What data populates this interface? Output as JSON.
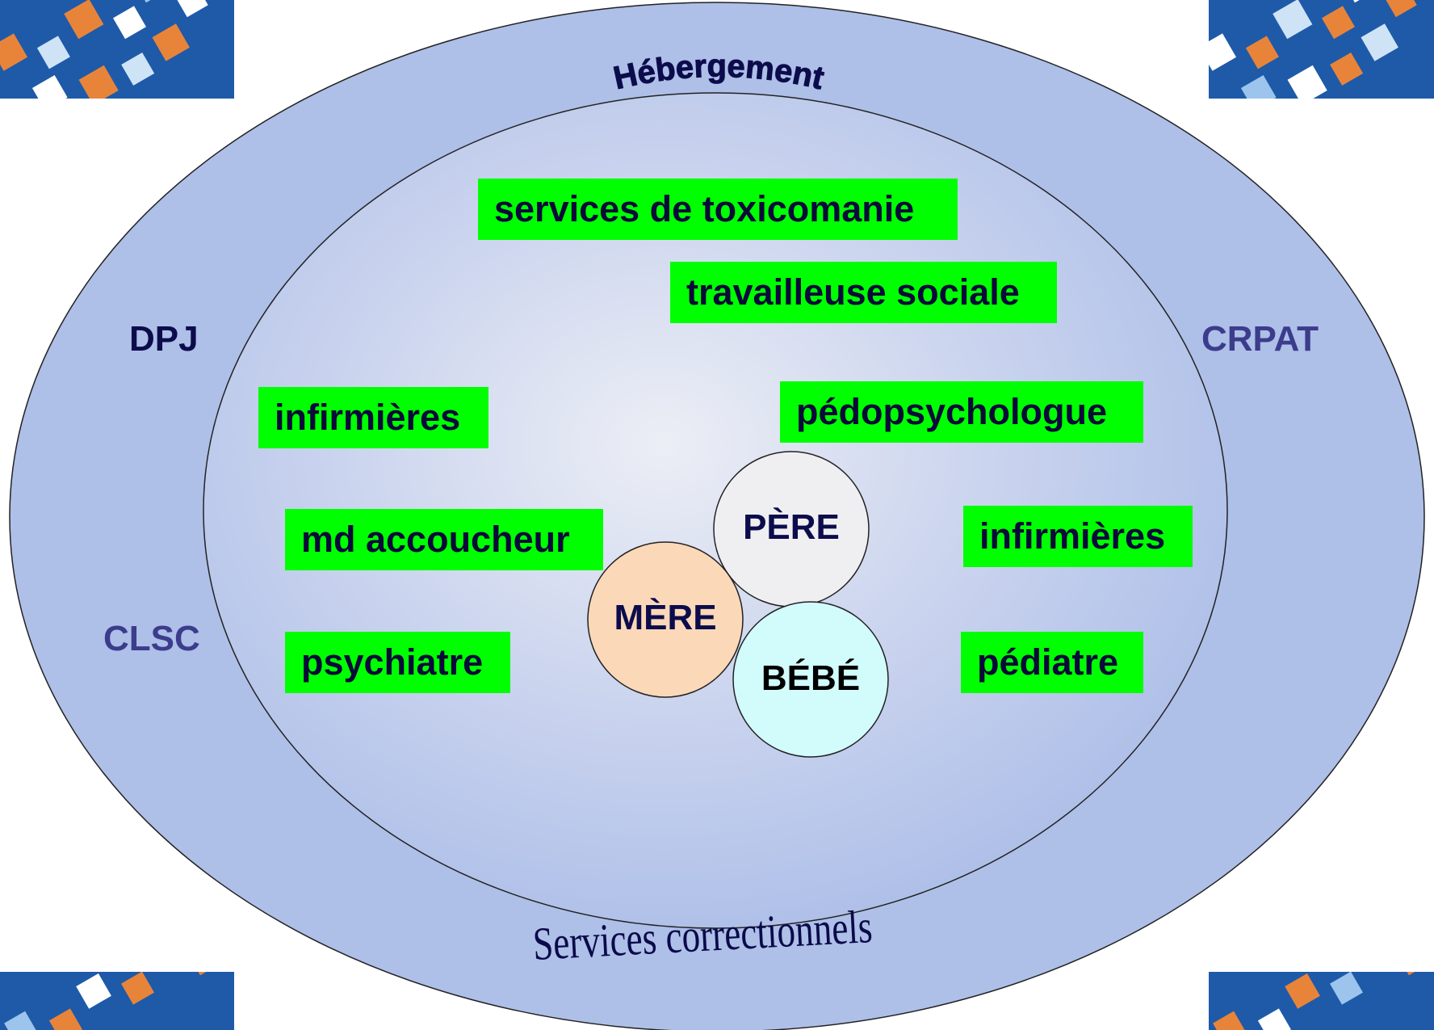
{
  "diagram": {
    "outer_ring_label": "Hébergement",
    "bottom_label": "Services correctionnels",
    "side_labels": {
      "dpj": "DPJ",
      "clsc": "CLSC",
      "crpat": "CRPAT"
    },
    "professionals": [
      {
        "id": "toxicomanie",
        "label": "services de toxicomanie"
      },
      {
        "id": "travailleuse",
        "label": "travailleuse sociale"
      },
      {
        "id": "infirmieres-left",
        "label": "infirmières"
      },
      {
        "id": "pedopsychologue",
        "label": "pédopsychologue"
      },
      {
        "id": "md-accoucheur",
        "label": "md accoucheur"
      },
      {
        "id": "infirmieres-right",
        "label": "infirmières"
      },
      {
        "id": "psychiatre",
        "label": "psychiatre"
      },
      {
        "id": "pediatre",
        "label": "pédiatre"
      }
    ],
    "family": {
      "pere": "PÈRE",
      "mere": "MÈRE",
      "bebe": "BÉBÉ"
    }
  },
  "colors": {
    "outer_ring": "#aebfe8",
    "inner_center": "#eceef5",
    "label_bg": "#00ff00",
    "pere_fill": "#efeff2",
    "mere_fill": "#fbd8b8",
    "bebe_fill": "#d2fbfc",
    "dark_navy": "#0c0c4c",
    "side_purple": "#3c3c8c"
  }
}
